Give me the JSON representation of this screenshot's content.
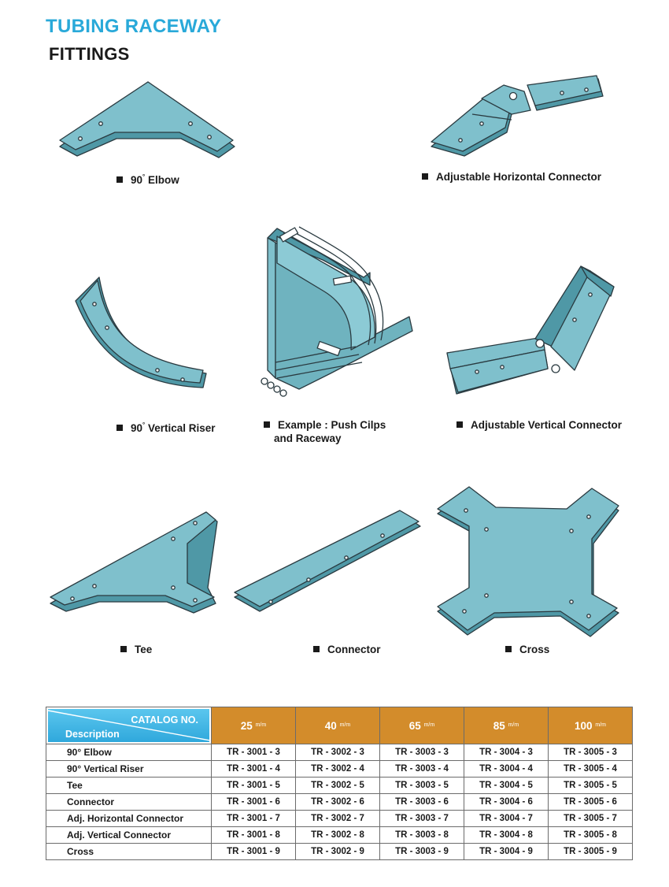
{
  "header": {
    "title": "TUBING RACEWAY",
    "subtitle": "FITTINGS"
  },
  "colors": {
    "title_blue": "#29a9d9",
    "part_fill": "#7fc0cc",
    "table_header_orange": "#d38c2b",
    "description_header_blue": "#2fa8dc"
  },
  "captions": {
    "elbow": {
      "pre": "90",
      "sup": "°",
      "post": " Elbow"
    },
    "adj_horizontal": "Adjustable Horizontal Connector",
    "vertical_riser": {
      "pre": "90",
      "sup": "°",
      "post": " Vertical Riser"
    },
    "example_line1": "Example : Push Cilps",
    "example_line2": "and Raceway",
    "adj_vertical": "Adjustable Vertical Connector",
    "tee": "Tee",
    "connector": "Connector",
    "cross": "Cross"
  },
  "table": {
    "catalog_label": "CATALOG NO.",
    "description_label": "Description",
    "unit_sup": "m",
    "unit_sub": "m",
    "sizes": [
      "25",
      "40",
      "65",
      "85",
      "100"
    ],
    "rows": [
      {
        "desc": "90° Elbow",
        "codes": [
          "TR - 3001 - 3",
          "TR - 3002 - 3",
          "TR - 3003 - 3",
          "TR - 3004 - 3",
          "TR - 3005 - 3"
        ]
      },
      {
        "desc": "90° Vertical Riser",
        "codes": [
          "TR - 3001 - 4",
          "TR - 3002 - 4",
          "TR - 3003 - 4",
          "TR - 3004 - 4",
          "TR - 3005 - 4"
        ]
      },
      {
        "desc": "Tee",
        "codes": [
          "TR - 3001 - 5",
          "TR - 3002 - 5",
          "TR - 3003 - 5",
          "TR - 3004 - 5",
          "TR - 3005 - 5"
        ]
      },
      {
        "desc": "Connector",
        "codes": [
          "TR - 3001 - 6",
          "TR - 3002 - 6",
          "TR - 3003 - 6",
          "TR - 3004 - 6",
          "TR - 3005 - 6"
        ]
      },
      {
        "desc": "Adj. Horizontal Connector",
        "codes": [
          "TR - 3001 - 7",
          "TR - 3002 - 7",
          "TR - 3003 - 7",
          "TR - 3004 - 7",
          "TR - 3005 - 7"
        ]
      },
      {
        "desc": "Adj. Vertical Connector",
        "codes": [
          "TR - 3001 - 8",
          "TR - 3002 - 8",
          "TR - 3003 - 8",
          "TR - 3004 - 8",
          "TR - 3005 - 8"
        ]
      },
      {
        "desc": "Cross",
        "codes": [
          "TR - 3001 - 9",
          "TR - 3002 - 9",
          "TR - 3003 - 9",
          "TR - 3004 - 9",
          "TR - 3005 - 9"
        ]
      }
    ]
  }
}
